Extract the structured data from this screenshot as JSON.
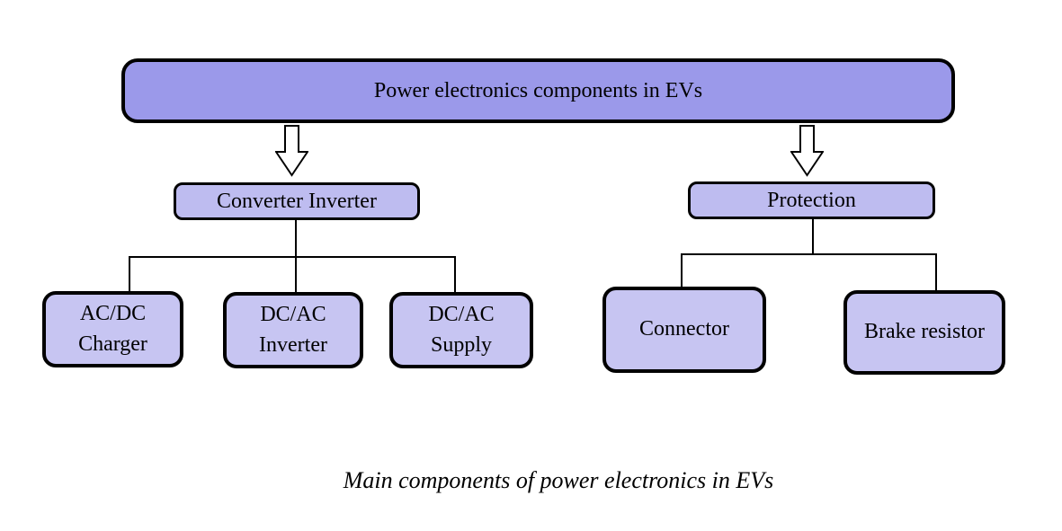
{
  "root": {
    "label": "Power electronics components in EVs"
  },
  "branches": [
    {
      "label": "Converter Inverter",
      "children": [
        {
          "label": "AC/DC Charger",
          "line1": "AC/DC",
          "line2": "Charger"
        },
        {
          "label": "DC/AC Inverter",
          "line1": "DC/AC",
          "line2": "Inverter"
        },
        {
          "label": "DC/AC Supply",
          "line1": "DC/AC",
          "line2": "Supply"
        }
      ]
    },
    {
      "label": "Protection",
      "children": [
        {
          "label": "Connector"
        },
        {
          "label": "Brake resistor"
        }
      ]
    }
  ],
  "caption": "Main components of power electronics in EVs",
  "icons": {
    "left_arrow": "hollow-down-arrow",
    "right_arrow": "hollow-down-arrow"
  },
  "colors": {
    "root_fill": "#9b99ea",
    "branch_fill": "#bebcf0",
    "leaf_fill": "#c7c5f2",
    "line": "#000000",
    "background": "#ffffff"
  }
}
